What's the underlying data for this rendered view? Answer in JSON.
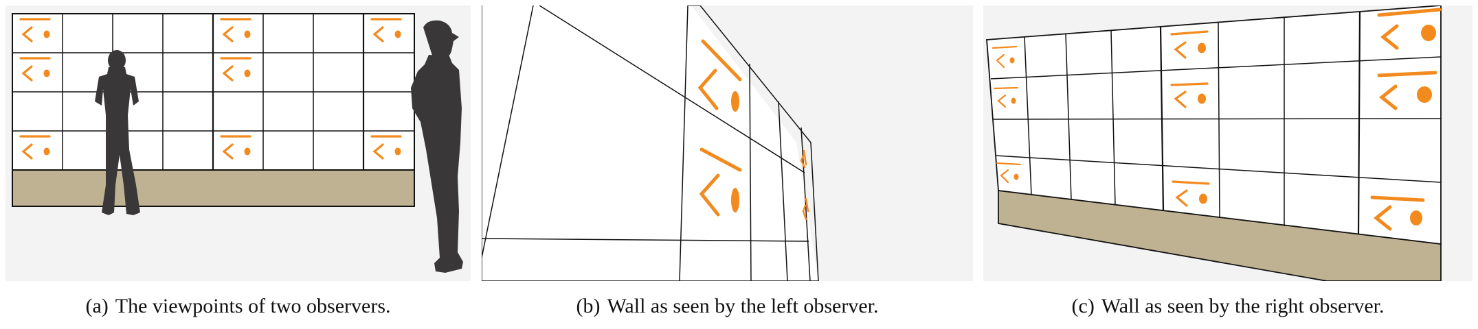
{
  "colors": {
    "panel_bg": "#f3f3f3",
    "wall": "#ffffff",
    "floor": "#bfb292",
    "grid_line": "#111111",
    "glyph": "#f28a1e",
    "silhouette": "#3a3738"
  },
  "icons": [
    "person-silhouette-icon",
    "display-glyph-icon"
  ],
  "panels": [
    {
      "tag": "(a)",
      "caption": "The viewpoints of two observers."
    },
    {
      "tag": "(b)",
      "caption": "Wall as seen by the left observer."
    },
    {
      "tag": "(c)",
      "caption": "Wall as seen by the right observer."
    }
  ]
}
